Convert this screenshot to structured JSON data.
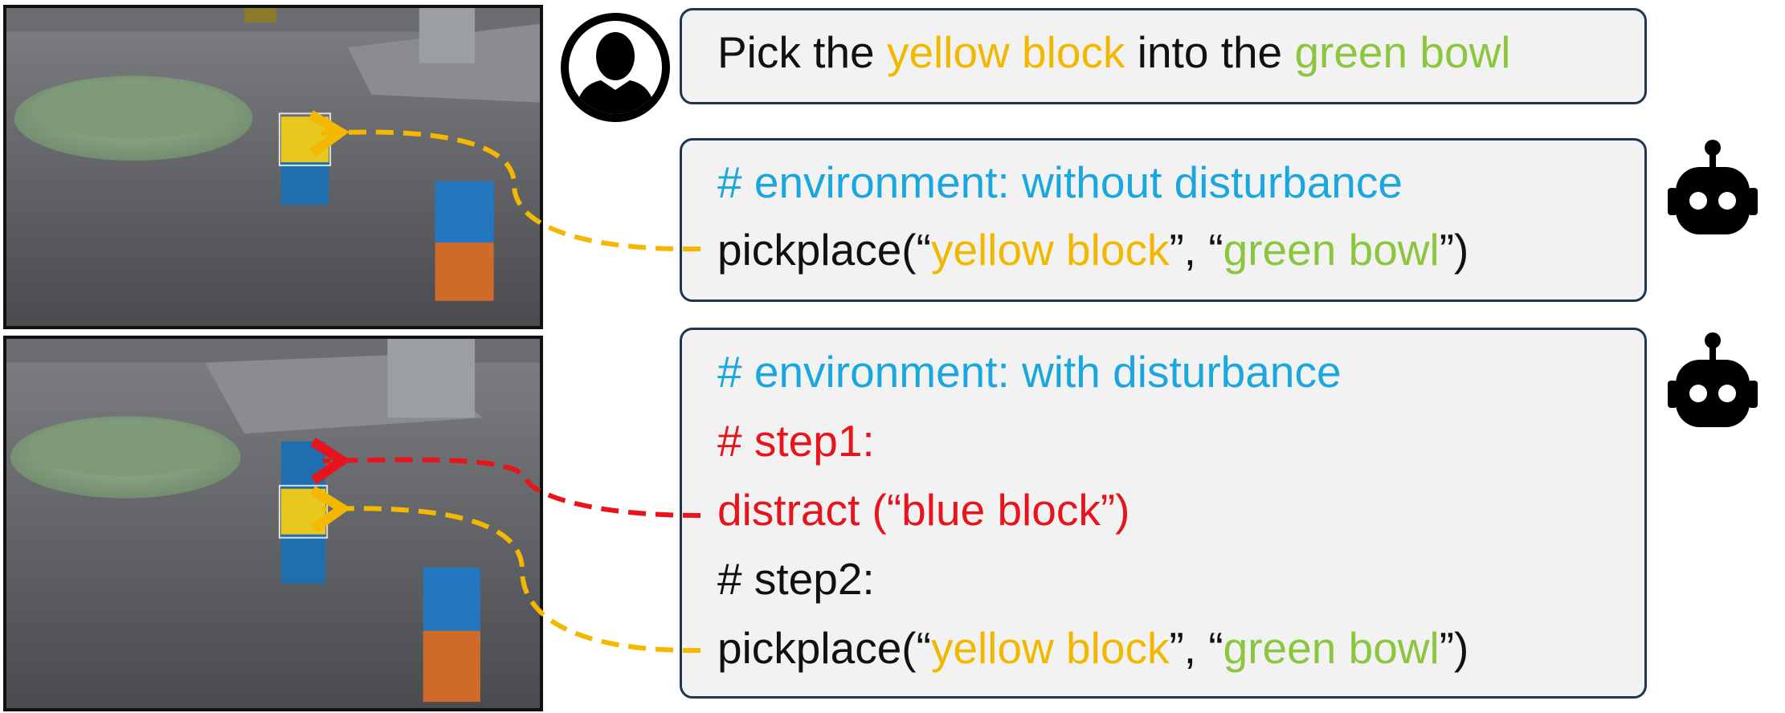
{
  "instruction": {
    "prefix": "Pick the ",
    "object": "yellow block",
    "middle": " into the ",
    "target": "green bowl",
    "colors": {
      "object": "#f2b800",
      "target": "#8cc63f"
    }
  },
  "no_disturbance": {
    "comment": "# environment: without disturbance",
    "code": {
      "fn_open": "pickplace(“",
      "arg1": "yellow block",
      "sep": "”,  “",
      "arg2": "green bowl",
      "close": "”)"
    }
  },
  "with_disturbance": {
    "comment": "# environment: with disturbance",
    "step1_comment": "# step1:",
    "step1_code": "distract (“blue block”)",
    "step2_comment": "# step2:",
    "code": {
      "fn_open": "pickplace(“",
      "arg1": "yellow block",
      "sep": "”,  “",
      "arg2": "green bowl",
      "close": "”)"
    }
  },
  "icons": {
    "user": "user-silhouette-icon",
    "robot_top": "robot-icon",
    "robot_bottom": "robot-icon"
  },
  "colors": {
    "comment_blue": "#1aa7e0",
    "step1_red": "#e8141c",
    "arrow_yellow": "#f5b800",
    "arrow_red": "#e8141c",
    "box_border": "#1f3552",
    "box_fill": "#f2f2f2"
  }
}
